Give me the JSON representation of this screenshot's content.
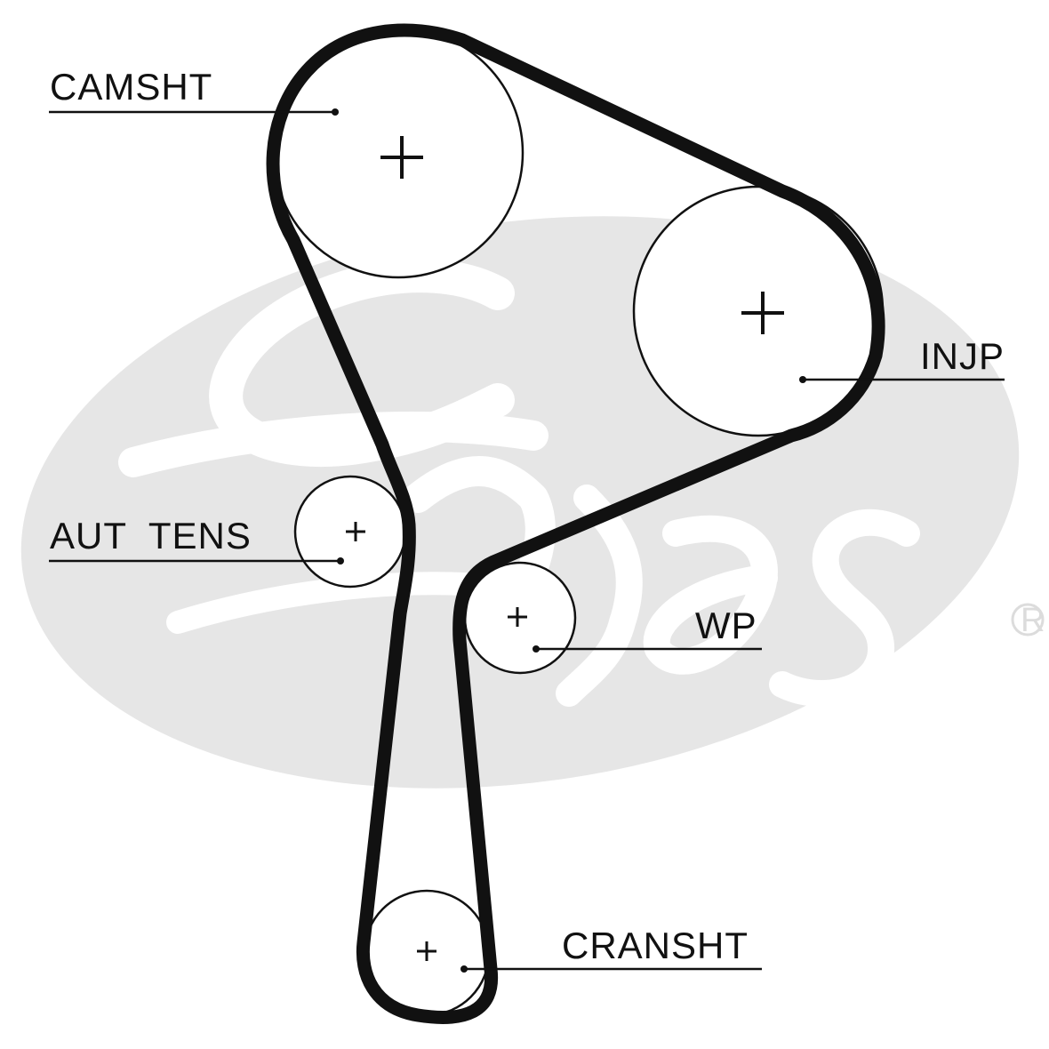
{
  "labels": {
    "camshaft": "CAMSHT",
    "injection_pump": "INJP",
    "auto_tensioner": "AUT  TENS",
    "water_pump": "WP",
    "crankshaft": "CRANSHT"
  },
  "watermark": {
    "brand": "Gates",
    "registered_mark": "®"
  },
  "colors": {
    "belt": "#111111",
    "watermark": "#e6e6e6",
    "background": "#ffffff"
  }
}
